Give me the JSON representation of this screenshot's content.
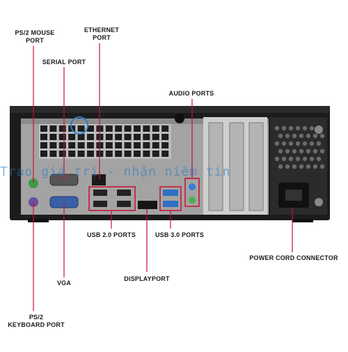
{
  "labels": {
    "ps2_mouse_line1": "PS/2 MOUSE",
    "ps2_mouse_line2": "PORT",
    "ethernet_line1": "ETHERNET",
    "ethernet_line2": "PORT",
    "serial": "SERIAL PORT",
    "audio": "AUDIO PORTS",
    "usb2": "USB 2.0 PORTS",
    "usb3": "USB 3.0 PORTS",
    "power": "POWER CORD CONNECTOR",
    "vga": "VGA",
    "displayport": "DISPLAYPORT",
    "ps2_keyboard_line1": "PS/2",
    "ps2_keyboard_line2": "KEYBOARD PORT"
  },
  "watermark": {
    "text": "Trao giá trị - nhận niềm tin"
  },
  "colors": {
    "leader": "#c8102e",
    "chassis": "#1c1c1c",
    "panel": "#9a9a9a",
    "usb3_blue": "#2f6fc4",
    "ps2_mouse_green": "#3f9a4a",
    "ps2_keyboard_purple": "#6a4c9c",
    "vga_blue": "#3a5fa8"
  }
}
